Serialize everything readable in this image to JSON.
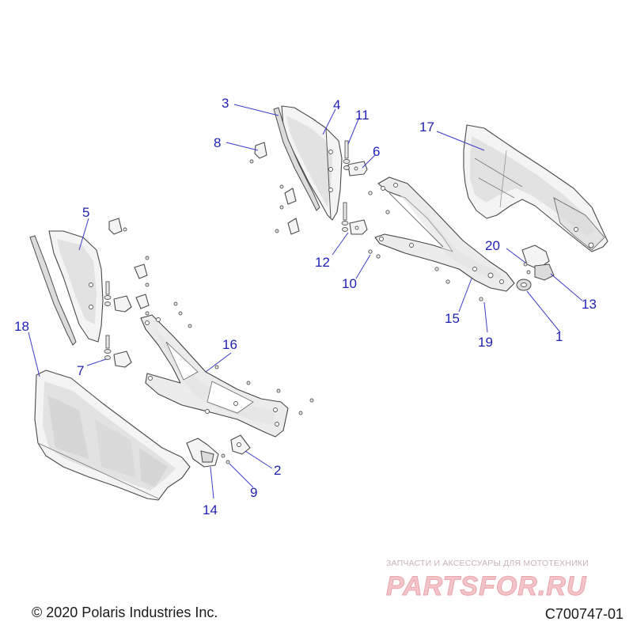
{
  "diagram": {
    "callouts": [
      {
        "label": "1"
      },
      {
        "label": "2"
      },
      {
        "label": "3"
      },
      {
        "label": "4"
      },
      {
        "label": "5"
      },
      {
        "label": "6"
      },
      {
        "label": "7"
      },
      {
        "label": "8"
      },
      {
        "label": "9"
      },
      {
        "label": "10"
      },
      {
        "label": "11"
      },
      {
        "label": "12"
      },
      {
        "label": "13"
      },
      {
        "label": "14"
      },
      {
        "label": "15"
      },
      {
        "label": "16"
      },
      {
        "label": "17"
      },
      {
        "label": "18"
      },
      {
        "label": "19"
      },
      {
        "label": "20"
      }
    ],
    "leader_color": "#3b3bc8",
    "callout_color": "#1f1fb4"
  },
  "footer": {
    "copyright": "© 2020 Polaris Industries Inc.",
    "drawing_id": "C700747-01"
  },
  "watermark": {
    "tagline": "ЗАПЧАСТИ И АКСЕССУАРЫ ДЛЯ МОТОТЕХНИКИ",
    "brand": "PARTSFOR.RU",
    "color": "#f2c4c8"
  }
}
